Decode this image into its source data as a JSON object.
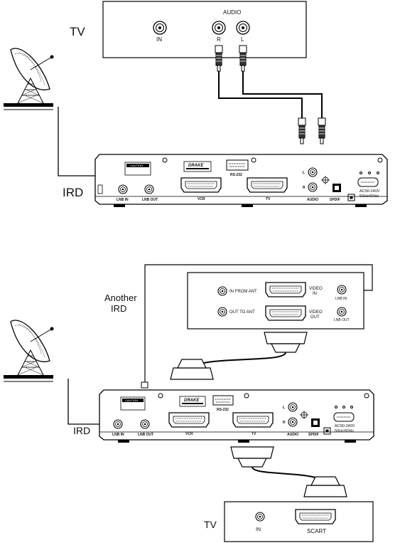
{
  "top": {
    "tv_label": "TV",
    "tv_audio_label": "AUDIO",
    "tv_in": "IN",
    "tv_r": "R",
    "tv_l": "L",
    "ird_label": "IRD",
    "caution": "CAUTION",
    "brand": "DRAKE",
    "rs232": "RS-232",
    "lnb_in": "LNB IN",
    "lnb_out": "LNB OUT",
    "vcr": "VCR",
    "tv_scart": "TV",
    "audio": "AUDIO",
    "spdif": "SPDIF",
    "r": "R",
    "l": "L",
    "power_line1": "AC90-240V",
    "power_line2": "50Hz/60Hz"
  },
  "bottom": {
    "another_line1": "Another",
    "another_line2": "IRD",
    "in_from_ant": "IN FROM ANT",
    "out_to_ant": "OUT TO ANT",
    "video_in_1": "VIDEO",
    "video_in_2": "IN",
    "video_out_1": "VIDEO",
    "video_out_2": "OUT",
    "lnb_in": "LNB IN",
    "lnb_out": "LNB OUT",
    "ird_label": "IRD",
    "caution": "CAUTION",
    "brand": "DRAKE",
    "rs232": "RS-232",
    "box_lnb_in": "LNB IN",
    "box_lnb_out": "LNB OUT",
    "vcr": "VCR",
    "tv_scart": "TV",
    "audio": "AUDIO",
    "spdif": "SPDIF",
    "r": "R",
    "l": "L",
    "power_line1": "AC90-240V",
    "power_line2": "50Hz/60Hz",
    "tv_label": "TV",
    "tv_in": "IN",
    "tv_scart_label": "SCART"
  }
}
